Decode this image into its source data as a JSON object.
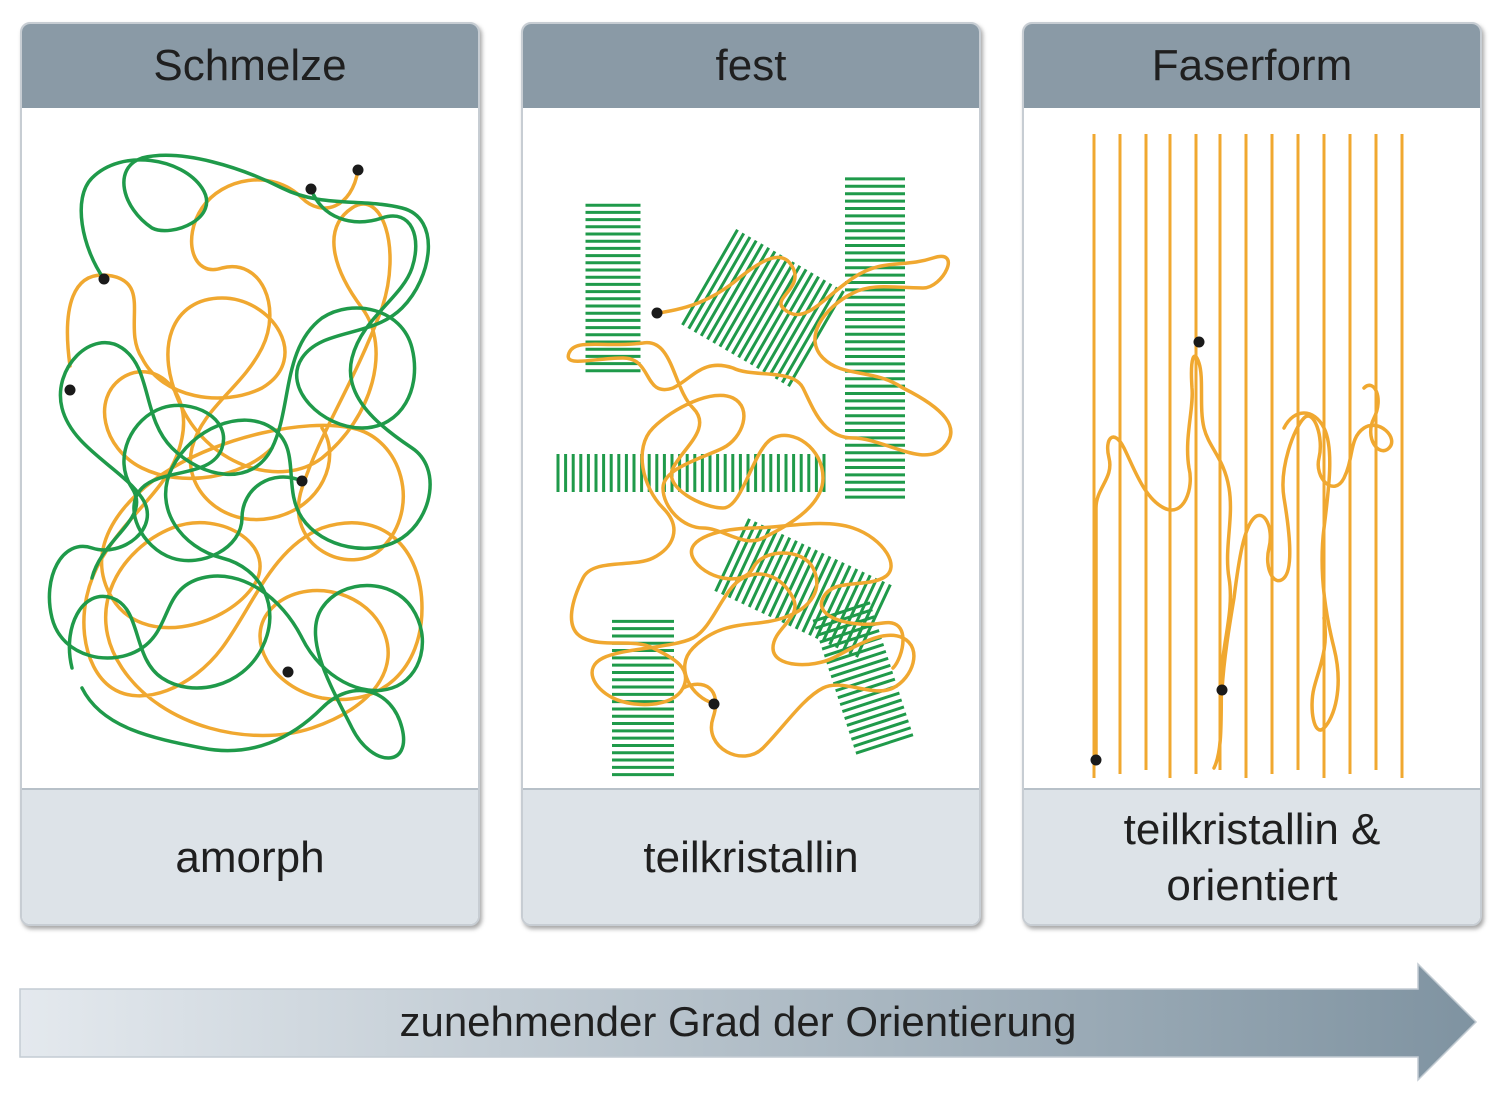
{
  "panels": [
    {
      "title": "Schmelze",
      "caption": [
        "amorph"
      ]
    },
    {
      "title": "fest",
      "caption": [
        "teilkristallin"
      ]
    },
    {
      "title": "Faserform",
      "caption": [
        "teilkristallin &",
        "orientiert"
      ]
    }
  ],
  "arrow": {
    "label": "zunehmender Grad der Orientierung"
  },
  "colors": {
    "header": "#8a9aa6",
    "footer": "#dde3e8",
    "chain_orange": "#f0a830",
    "chain_green": "#1f9a4a",
    "chain_end_dot": "#1a1a1a",
    "arrow_start": "#e4e9ee",
    "arrow_end": "#7f93a1"
  }
}
